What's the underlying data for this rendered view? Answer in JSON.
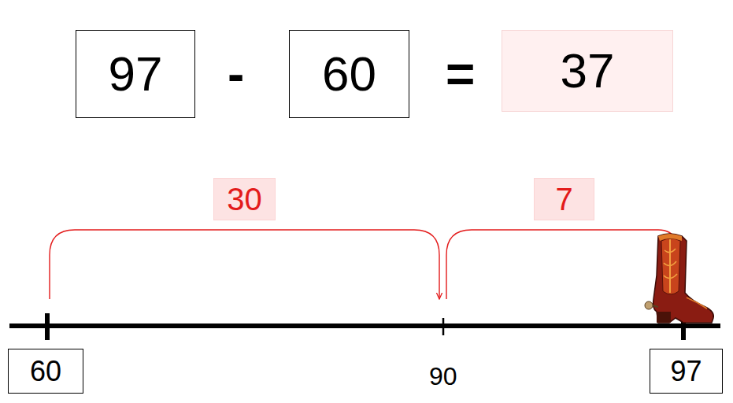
{
  "diagram": {
    "nodes": [
      {
        "text": [
          "97"
        ]
      },
      {
        "text": [
          "60"
        ]
      },
      {
        "text": [
          "37"
        ]
      },
      {
        "text": [
          "30"
        ]
      },
      {
        "text": [
          "7"
        ]
      },
      {
        "text": [
          "60"
        ]
      },
      {
        "text": [
          "97"
        ]
      }
    ],
    "labels": [
      "-",
      "=",
      "90"
    ]
  }
}
